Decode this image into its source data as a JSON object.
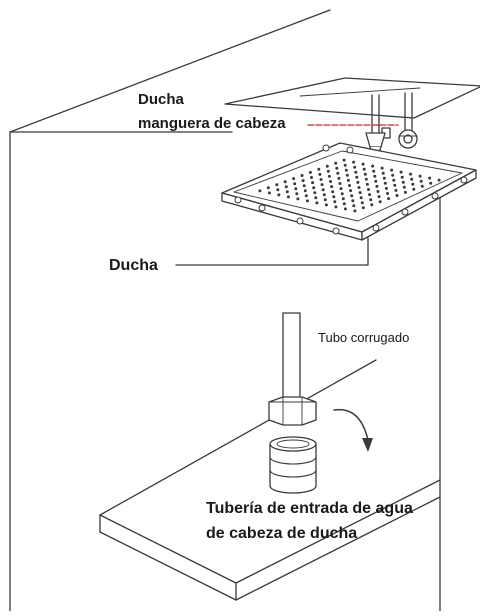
{
  "diagram": {
    "labels": {
      "hose_line1": "Ducha",
      "hose_line2": "manguera de cabeza",
      "shower": "Ducha",
      "corrugated_tube": "Tubo corrugado",
      "inlet_line1": "Tubería de entrada de agua",
      "inlet_line2": "de cabeza de ducha"
    },
    "colors": {
      "stroke": "#3a3a3a",
      "leader_red": "#d22020",
      "background": "#ffffff"
    }
  }
}
